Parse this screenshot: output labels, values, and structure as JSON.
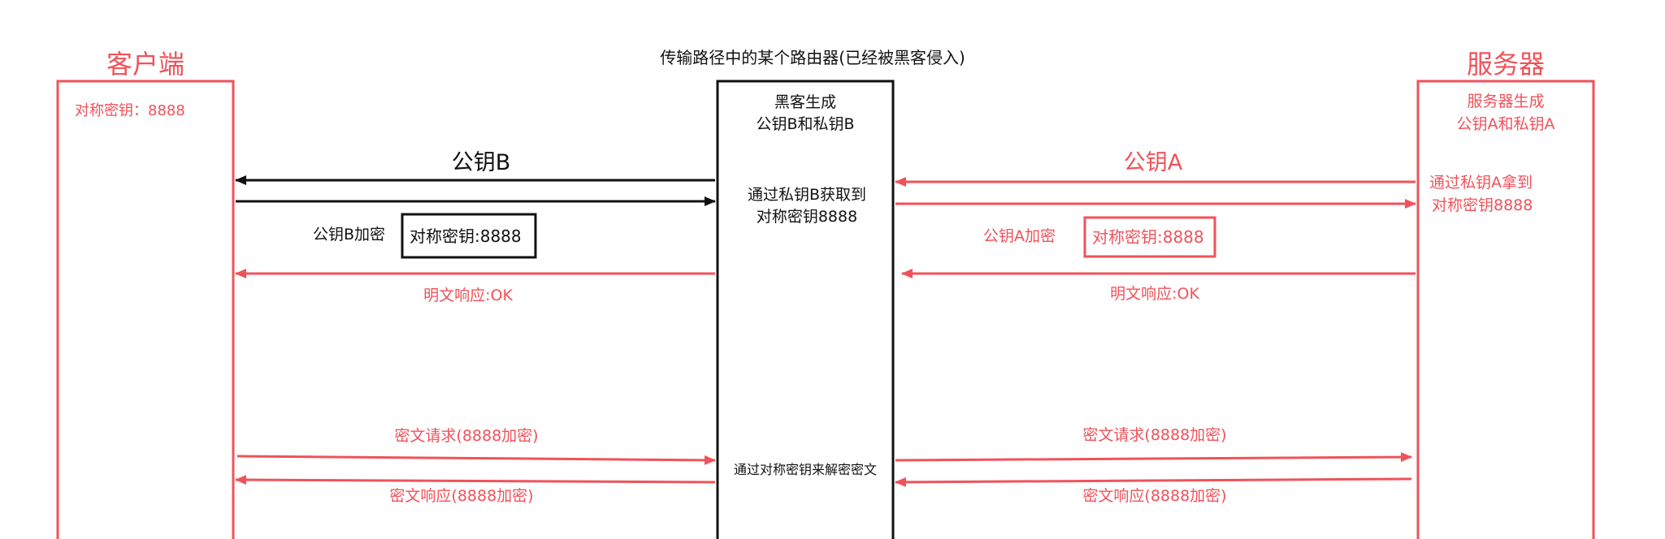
{
  "colors": {
    "accent": "#f0525a",
    "ink": "#111111"
  },
  "router": {
    "caption": "传输路径中的某个路由器(已经被黑客侵入)",
    "gen_line1": "黑客生成",
    "gen_line2": "公钥B和私钥B",
    "obtain_line1": "通过私钥B获取到",
    "obtain_line2": "对称密钥8888",
    "decrypt": "通过对称密钥来解密密文"
  },
  "client": {
    "title": "客户端",
    "key": "对称密钥：8888"
  },
  "server": {
    "title": "服务器",
    "gen_line1": "服务器生成",
    "gen_line2": "公钥A和私钥A",
    "obtain_line1": "通过私钥A拿到",
    "obtain_line2": "对称密钥8888"
  },
  "left_flow": {
    "pubkey": "公钥B",
    "encrypt_label": "公钥B加密",
    "encrypt_box": "对称密钥:8888",
    "response": "明文响应:OK",
    "cipher_request": "密文请求(8888加密)",
    "cipher_response": "密文响应(8888加密)"
  },
  "right_flow": {
    "pubkey": "公钥A",
    "encrypt_label": "公钥A加密",
    "encrypt_box": "对称密钥:8888",
    "response": "明文响应:OK",
    "cipher_request": "密文请求(8888加密)",
    "cipher_response": "密文响应(8888加密)"
  }
}
